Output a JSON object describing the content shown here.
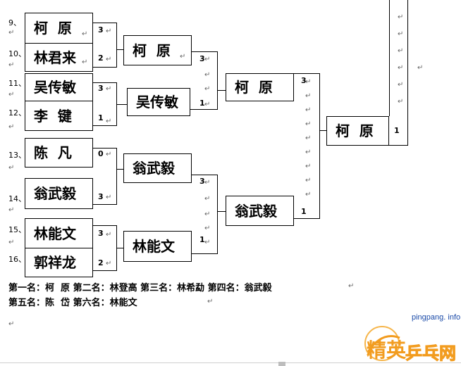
{
  "round1": [
    {
      "num": "9、",
      "name": "柯  原",
      "score": "3"
    },
    {
      "num": "10、",
      "name": "林君来",
      "score": "2"
    },
    {
      "num": "11、",
      "name": "吴传敏",
      "score": "3"
    },
    {
      "num": "12、",
      "name": "李  键",
      "score": "1"
    },
    {
      "num": "13、",
      "name": "陈  凡",
      "score": "0"
    },
    {
      "num": "14、",
      "name": "翁武毅",
      "score": "3"
    },
    {
      "num": "15、",
      "name": "林能文",
      "score": "3"
    },
    {
      "num": "16、",
      "name": "郭祥龙",
      "score": "2"
    }
  ],
  "round2": [
    {
      "name": "柯  原",
      "score": "3"
    },
    {
      "name": "吴传敏",
      "score": "1"
    },
    {
      "name": "翁武毅",
      "score": "3"
    },
    {
      "name": "林能文",
      "score": "1"
    }
  ],
  "round3": [
    {
      "name": "柯  原",
      "score": "3"
    },
    {
      "name": "翁武毅",
      "score": "1"
    }
  ],
  "final": {
    "name": "柯  原",
    "score": "1"
  },
  "rankings": {
    "line1": "第一名：柯  原 第二名：林登高 第三名：林希勐 第四名：翁武毅",
    "line2": "第五名：陈  岱 第六名：林能文"
  },
  "watermark": {
    "domain": "pingpang. info",
    "brand1": "精英",
    "brand2": "乒乓网"
  },
  "return_mark": "↵"
}
